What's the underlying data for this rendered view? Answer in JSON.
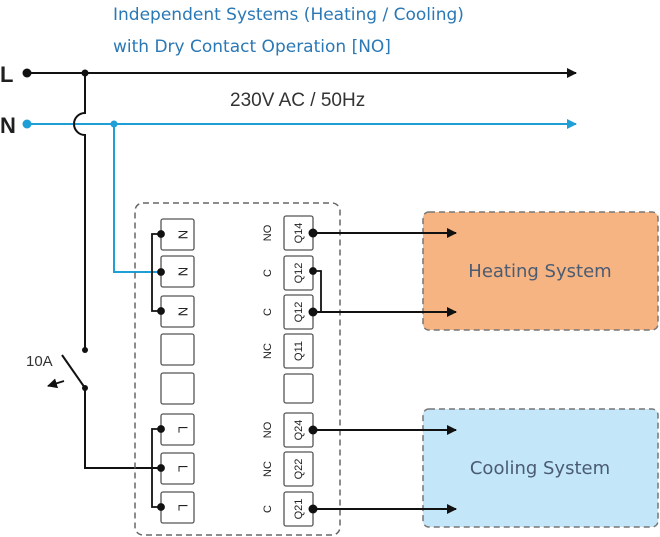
{
  "title": {
    "line1": "Independent Systems (Heating / Cooling)",
    "line2": "with Dry Contact Operation [NO]"
  },
  "supply": {
    "live_label": "L",
    "neutral_label": "N",
    "voltage": "230V AC / 50Hz"
  },
  "breaker": {
    "rating": "10A"
  },
  "terminals": {
    "left": [
      "N",
      "N",
      "N",
      "",
      "",
      "L",
      "L",
      "L"
    ],
    "right": [
      {
        "contact": "NO",
        "id": "Q14"
      },
      {
        "contact": "C",
        "id": "Q12"
      },
      {
        "contact": "C",
        "id": "Q12"
      },
      {
        "contact": "NC",
        "id": "Q11"
      },
      {
        "contact": "",
        "id": ""
      },
      {
        "contact": "NO",
        "id": "Q24"
      },
      {
        "contact": "NC",
        "id": "Q22"
      },
      {
        "contact": "C",
        "id": "Q21"
      }
    ]
  },
  "systems": {
    "heating": "Heating System",
    "cooling": "Cooling System"
  },
  "colors": {
    "live": "#111111",
    "neutral": "#1e9fd6",
    "heating_fill": "#f6b482",
    "cooling_fill": "#c3e6f8",
    "title": "#2a78b5"
  }
}
